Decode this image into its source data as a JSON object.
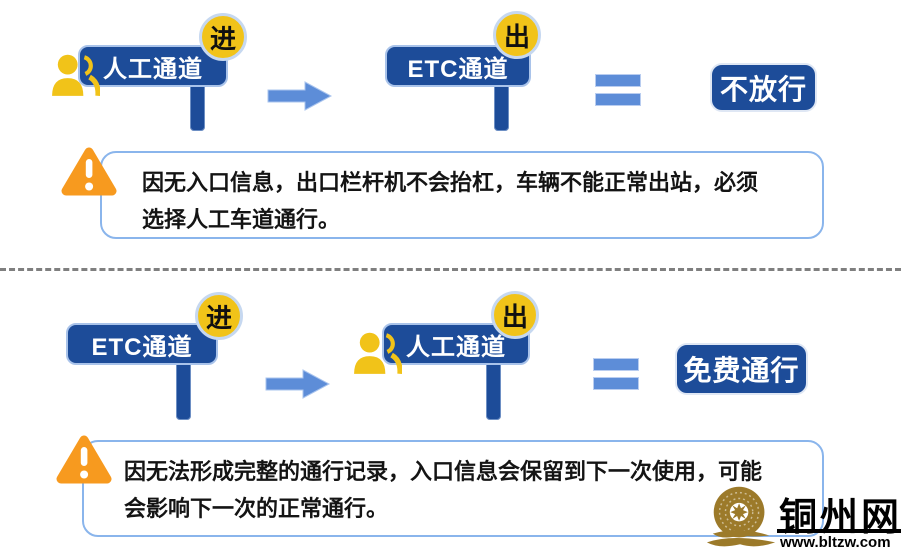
{
  "colors": {
    "sign_blue": "#1d4c99",
    "badge_yellow": "#f1c319",
    "arrow_blue": "#5d8dd8",
    "warning_orange": "#f79a1f",
    "note_border": "#8ab5ec",
    "watermark_gold": "#9c7a2a"
  },
  "sections": [
    {
      "entry": {
        "label": "人工通道",
        "badge": "进"
      },
      "exit": {
        "label": "ETC通道",
        "badge": "出"
      },
      "result": "不放行",
      "note_lines": [
        "因无入口信息，出口栏杆机不会抬杠，车辆不能正常出站，必须",
        "选择人工车道通行。"
      ]
    },
    {
      "entry": {
        "label": "ETC通道",
        "badge": "进"
      },
      "exit": {
        "label": "人工通道",
        "badge": "出"
      },
      "result": "免费通行",
      "note_lines": [
        "因无法形成完整的通行记录，入口信息会保留到下一次使用，可能",
        "会影响下一次的正常通行。"
      ]
    }
  ],
  "watermark": {
    "site_name": "铜州网",
    "site_url": "www.bltzw.com"
  },
  "icons": {
    "people": "dual-person-icon",
    "arrow": "right-arrow-icon",
    "equals": "equals-icon",
    "warning": "warning-triangle-icon",
    "logo": "bronze-drum-logo-icon"
  }
}
